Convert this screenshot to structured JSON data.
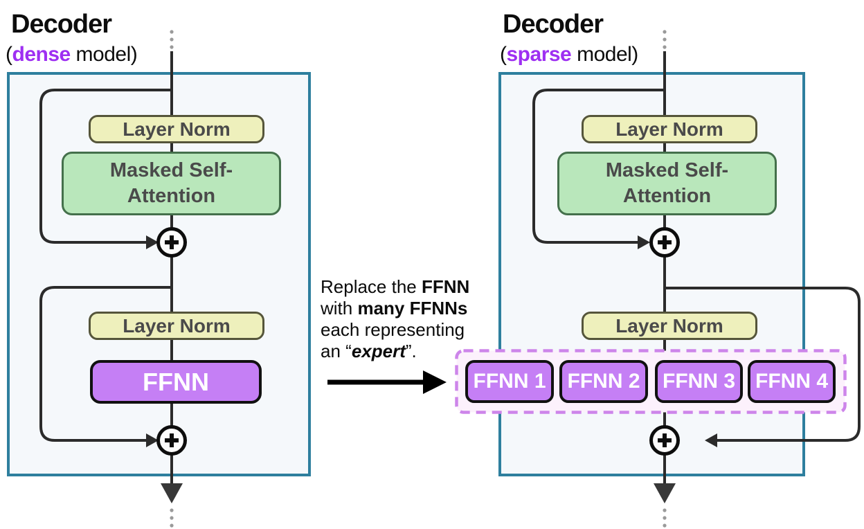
{
  "colors": {
    "accent-purple": "#9e2ff2",
    "line": "#2b2b2b",
    "teal-border": "#2e7f9e",
    "panel-fill": "#f5f8fb",
    "layernorm-fill": "#eef0bc",
    "layernorm-border": "#55553a",
    "attention-fill": "#b9e7bb",
    "attention-border": "#44704b",
    "ffnn-fill": "#c57ff5",
    "ffnn-border": "#111111",
    "experts-fill": "#fcf1fc",
    "experts-border": "#cd85ea",
    "box-text": "#4a4a4a",
    "title-text": "#0d0d0d",
    "dots": "#9a9a9a"
  },
  "left_panel": {
    "title": "Decoder",
    "subtitle_prefix": "(",
    "subtitle_accent": "dense",
    "subtitle_suffix": " model)",
    "layer_norm_1": "Layer Norm",
    "attention_line1": "Masked Self-",
    "attention_line2": "Attention",
    "layer_norm_2": "Layer Norm",
    "ffnn": "FFNN"
  },
  "right_panel": {
    "title": "Decoder",
    "subtitle_prefix": "(",
    "subtitle_accent": "sparse",
    "subtitle_suffix": " model)",
    "layer_norm_1": "Layer Norm",
    "attention_line1": "Masked Self-",
    "attention_line2": "Attention",
    "layer_norm_2": "Layer Norm",
    "experts": [
      "FFNN 1",
      "FFNN 2",
      "FFNN 3",
      "FFNN 4"
    ]
  },
  "annotation": {
    "line1_pre": "Replace the ",
    "line1_bold": "FFNN",
    "line2_pre": "with ",
    "line2_bold": "many FFNNs",
    "line3": "each representing",
    "line4_pre": "an “",
    "line4_accent": "expert",
    "line4_post": "”.",
    "add_icon_symbol": "+"
  }
}
